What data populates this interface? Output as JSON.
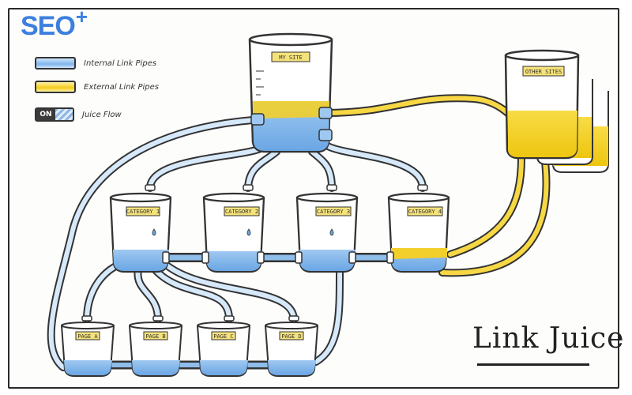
{
  "brand": {
    "logo_text": "SEO",
    "logo_plus": "+"
  },
  "legend": {
    "internal_label": "Internal Link Pipes",
    "external_label": "External Link Pipes",
    "toggle_on": "ON",
    "juice_label": "Juice Flow"
  },
  "containers": {
    "my_site": "MY SITE",
    "other_sites": "OTHER SITES",
    "category_1": "CATEGORY 1",
    "category_2": "CATEGORY 2",
    "category_3": "CATEGORY 3",
    "category_4": "CATEGORY 4",
    "page_a": "PAGE A",
    "page_b": "PAGE B",
    "page_c": "PAGE C",
    "page_d": "PAGE D"
  },
  "title": "Link Juice",
  "colors": {
    "internal": "#7fb4ea",
    "external": "#f4cd1a",
    "outline": "#333333"
  }
}
